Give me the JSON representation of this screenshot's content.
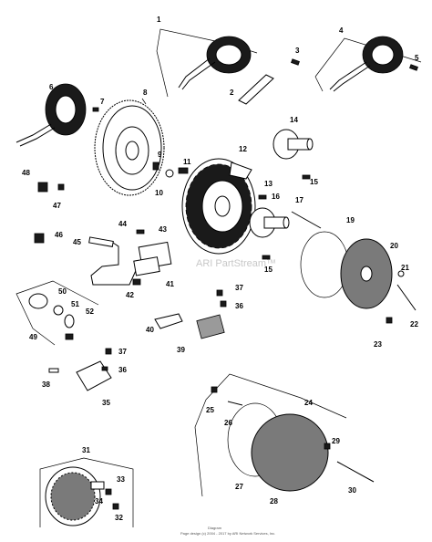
{
  "diagram": {
    "watermark": "ARI PartStream™",
    "footer_line1": "Diagram",
    "footer_line2": "Page design (c) 2004 - 2017 by ARI Network Services, Inc.",
    "callouts": {
      "c1": "1",
      "c2": "2",
      "c3": "3",
      "c4": "4",
      "c5": "5",
      "c6": "6",
      "c7": "7",
      "c8": "8",
      "c9": "9",
      "c10": "10",
      "c11": "11",
      "c12": "12",
      "c13": "13",
      "c14": "14",
      "c15a": "15",
      "c15b": "15",
      "c16": "16",
      "c17": "17",
      "c19": "19",
      "c20": "20",
      "c21": "21",
      "c22": "22",
      "c23": "23",
      "c24": "24",
      "c25": "25",
      "c26": "26",
      "c27": "27",
      "c28": "28",
      "c29": "29",
      "c30": "30",
      "c31": "31",
      "c32": "32",
      "c33": "33",
      "c34": "34",
      "c35": "35",
      "c36a": "36",
      "c36b": "36",
      "c37a": "37",
      "c37b": "37",
      "c38": "38",
      "c39": "39",
      "c40": "40",
      "c41": "41",
      "c42": "42",
      "c43": "43",
      "c44": "44",
      "c45": "45",
      "c46": "46",
      "c47": "47",
      "c48": "48",
      "c49": "49",
      "c50": "50",
      "c51": "51",
      "c52": "52"
    }
  }
}
